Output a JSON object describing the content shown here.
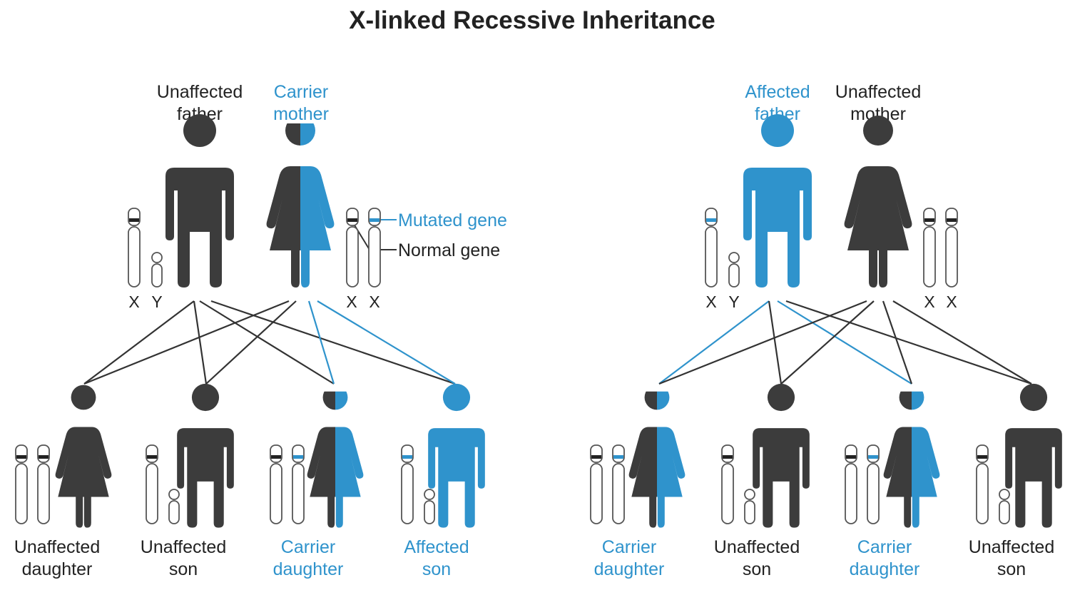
{
  "title": "X-linked Recessive Inheritance",
  "colors": {
    "dark": "#3c3c3c",
    "accent": "#2f93cc",
    "chromo_stroke": "#555555",
    "chromo_fill": "#ffffff"
  },
  "chromosome_letters": {
    "x": "X",
    "y": "Y"
  },
  "legend": {
    "mutated": "Mutated gene",
    "normal": "Normal gene"
  },
  "left_cross": {
    "father": {
      "line1": "Unaffected",
      "line2": "father"
    },
    "mother": {
      "line1": "Carrier",
      "line2": "mother"
    },
    "children": [
      {
        "line1": "Unaffected",
        "line2": "daughter"
      },
      {
        "line1": "Unaffected",
        "line2": "son"
      },
      {
        "line1": "Carrier",
        "line2": "daughter"
      },
      {
        "line1": "Affected",
        "line2": "son"
      }
    ]
  },
  "right_cross": {
    "father": {
      "line1": "Affected",
      "line2": "father"
    },
    "mother": {
      "line1": "Unaffected",
      "line2": "mother"
    },
    "children": [
      {
        "line1": "Carrier",
        "line2": "daughter"
      },
      {
        "line1": "Unaffected",
        "line2": "son"
      },
      {
        "line1": "Carrier",
        "line2": "daughter"
      },
      {
        "line1": "Unaffected",
        "line2": "son"
      }
    ]
  }
}
